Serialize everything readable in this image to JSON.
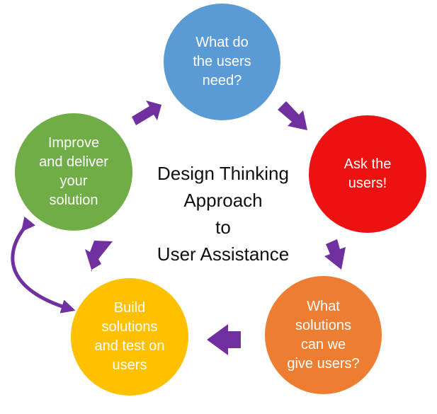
{
  "diagram": {
    "center_title": "Design Thinking\nApproach\nto\nUser Assistance",
    "steps": [
      {
        "label": "What do\nthe users\nneed?",
        "color": "#5b9bd5"
      },
      {
        "label": "Ask the\nusers!",
        "color": "#ee1111"
      },
      {
        "label": "What\nsolutions\ncan we\ngive users?",
        "color": "#ed7d31"
      },
      {
        "label": "Build\nsolutions\nand test on\nusers",
        "color": "#ffc000"
      },
      {
        "label": "Improve\nand deliver\nyour\nsolution",
        "color": "#70ad47"
      }
    ],
    "arrow_color": "#7030a0"
  }
}
